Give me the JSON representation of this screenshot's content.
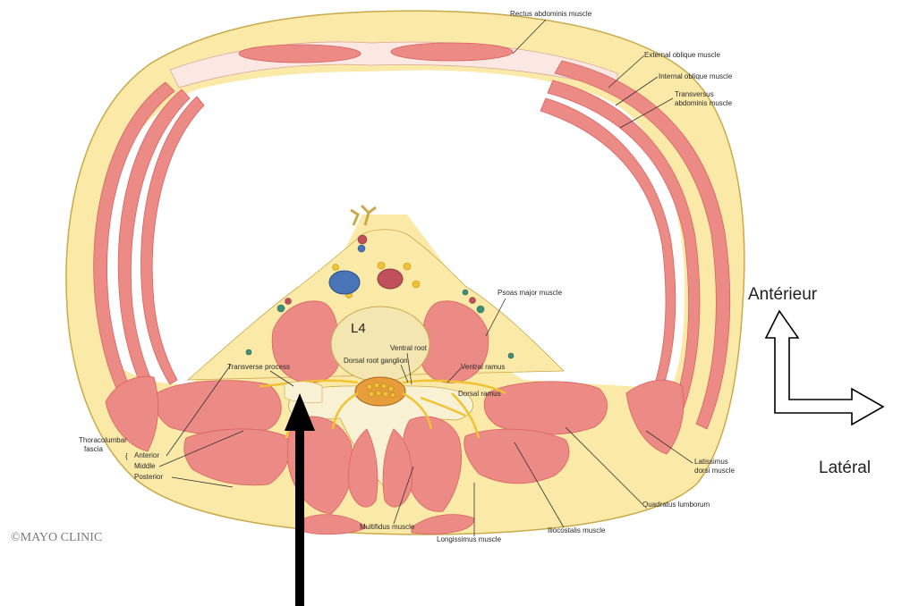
{
  "labels": {
    "rectus_abdominis": "Rectus abdominis muscle",
    "external_oblique": "External oblique muscle",
    "internal_oblique": "Internal oblique muscle",
    "transversus_1": "Transversus",
    "transversus_2": "abdominis muscle",
    "psoas_major": "Psoas major muscle",
    "vertebra": "L4",
    "ventral_root": "Ventral root",
    "dorsal_root_ganglion": "Dorsal root ganglion",
    "ventral_ramus": "Ventral ramus",
    "dorsal_ramus": "Dorsal ramus",
    "transverse_process": "Transverse process",
    "thoracolumbar_1": "Thoracolumbar",
    "thoracolumbar_2": "fascia",
    "anterior": "Anterior",
    "middle": "Middle",
    "posterior": "Posterior",
    "latissimus_1": "Latissimus",
    "latissimus_2": "dorsi muscle",
    "quadratus": "Quadratus lumborum",
    "multifidus": "Multifidus muscle",
    "longissimus": "Longissimus muscle",
    "iliocostalis": "Iliocostalis muscle",
    "credit": "©MAYO CLINIC"
  },
  "orientation": {
    "anterior": "Antérieur",
    "lateral": "Latéral"
  },
  "colors": {
    "fat": "#fbe9a8",
    "fat_outline": "#c9a94a",
    "muscle": "#ec8a86",
    "muscle_dark": "#d9625f",
    "fascia": "#fbe8e2",
    "bone": "#f4e6b0",
    "nerve": "#f1c232",
    "vein": "#4a74b8",
    "artery": "#c0505a"
  }
}
